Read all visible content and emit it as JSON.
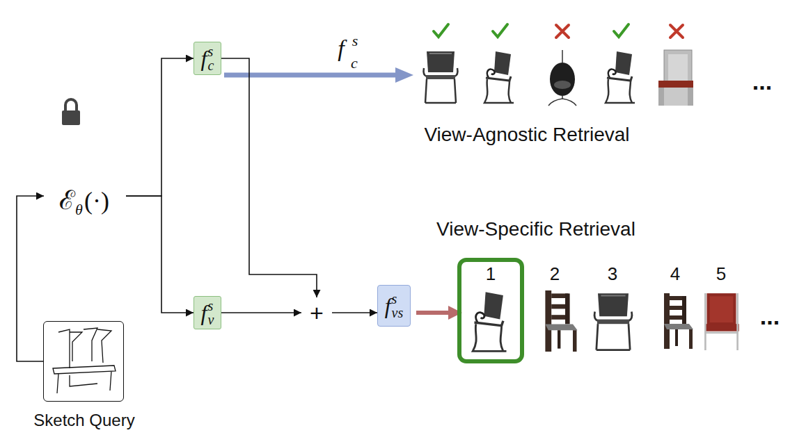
{
  "diagram": {
    "nodes": [
      {
        "text": [
          "View-Agnostic Retrieval"
        ]
      },
      {
        "text": [
          "ℰ",
          "θ",
          "(·)"
        ]
      },
      {
        "text": [
          "f",
          "c",
          "s"
        ]
      },
      {
        "text": [
          "View-Specific Retrieval"
        ]
      },
      {
        "text": [
          "+"
        ],
        "in": 3
      },
      {
        "text": [
          "f",
          "vs",
          "s"
        ],
        "in": 3
      },
      {
        "text": [
          "f",
          "v",
          "s"
        ]
      },
      {
        "text": [
          "Sketch Query"
        ]
      }
    ],
    "edges": [
      {
        "from": 7,
        "to": 1,
        "arrow": "to"
      },
      {
        "from": 1,
        "to": 2,
        "arrow": "to"
      },
      {
        "from": 1,
        "to": 6,
        "arrow": "to"
      },
      {
        "from": 2,
        "to": 4,
        "arrow": "to"
      },
      {
        "from": 6,
        "to": 4,
        "arrow": "to"
      },
      {
        "from": 4,
        "to": 5,
        "arrow": "to"
      }
    ],
    "labels": [
      "f",
      "c",
      "s",
      "1",
      "2",
      "3",
      "4",
      "5",
      "...",
      "..."
    ]
  }
}
